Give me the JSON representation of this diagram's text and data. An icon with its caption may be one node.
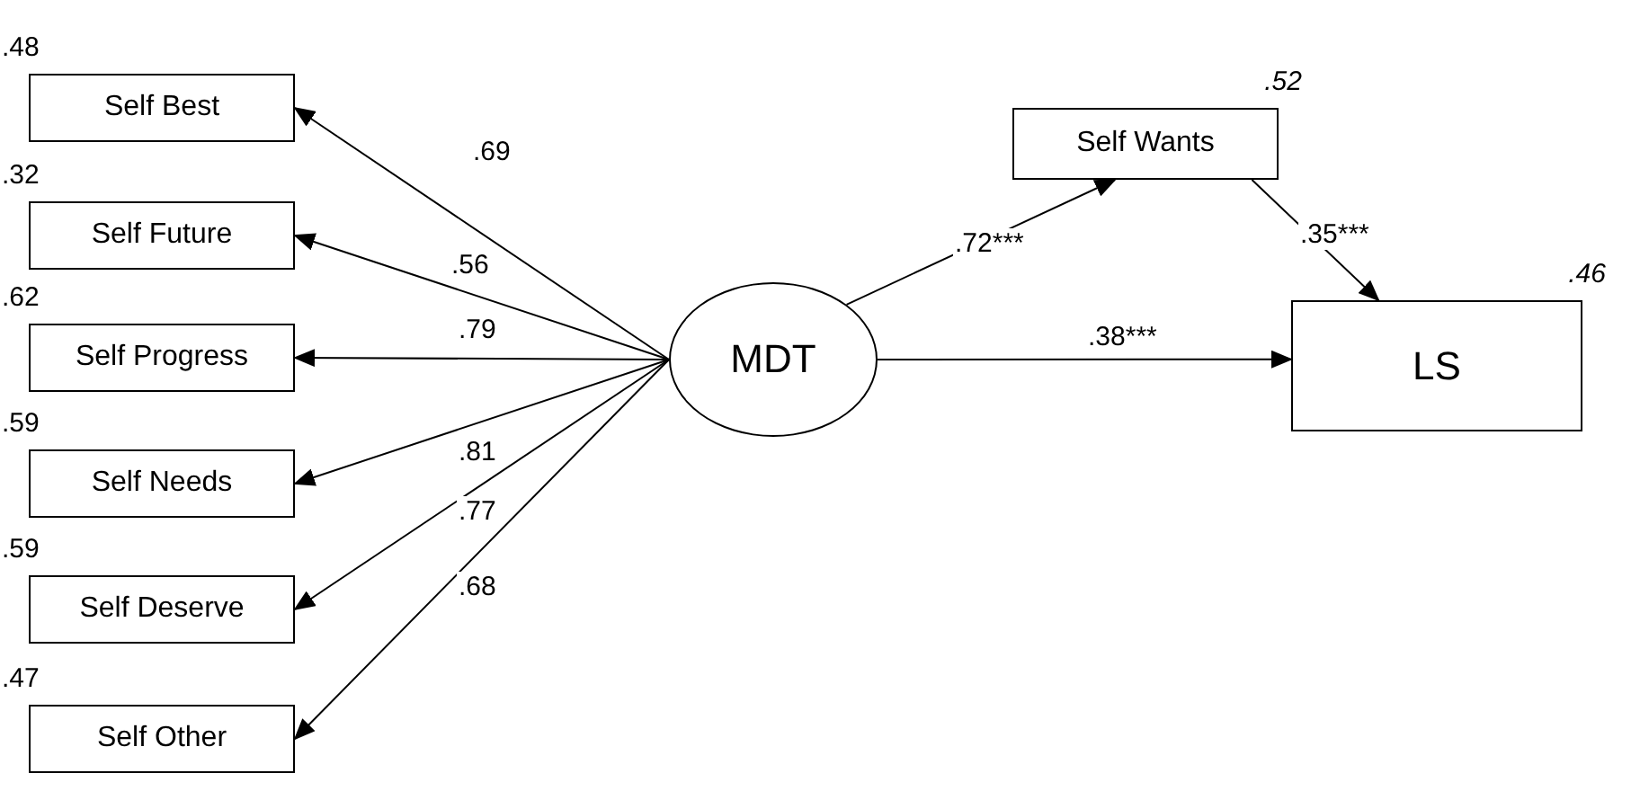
{
  "diagram": {
    "nodes": [
      {
        "text": [
          "Self Best"
        ],
        "beside": [
          ".48"
        ]
      },
      {
        "text": [
          "Self Future"
        ],
        "beside": [
          ".32"
        ]
      },
      {
        "text": [
          "Self Progress"
        ],
        "beside": [
          ".62"
        ]
      },
      {
        "text": [
          "Self Needs"
        ],
        "beside": [
          ".59"
        ]
      },
      {
        "text": [
          "Self Deserve"
        ],
        "beside": [
          ".59"
        ]
      },
      {
        "text": [
          "Self Other"
        ],
        "beside": [
          ".47"
        ]
      },
      {
        "text": [
          "MDT"
        ]
      },
      {
        "text": [
          "Self Wants"
        ],
        "beside": [
          ".52"
        ]
      },
      {
        "text": [
          "LS"
        ],
        "beside": [
          ".46"
        ]
      }
    ],
    "edges": [
      {
        "from": 6,
        "to": 0,
        "arrow": "to",
        "label": ".69"
      },
      {
        "from": 6,
        "to": 1,
        "arrow": "to",
        "label": ".56"
      },
      {
        "from": 6,
        "to": 2,
        "arrow": "to",
        "label": ".79"
      },
      {
        "from": 6,
        "to": 3,
        "arrow": "to",
        "label": ".81"
      },
      {
        "from": 6,
        "to": 4,
        "arrow": "to",
        "label": ".77"
      },
      {
        "from": 6,
        "to": 5,
        "arrow": "to",
        "label": ".68"
      },
      {
        "from": 6,
        "to": 7,
        "arrow": "to",
        "label": ".72***"
      },
      {
        "from": 7,
        "to": 8,
        "arrow": "to",
        "label": ".35***"
      },
      {
        "from": 6,
        "to": 8,
        "arrow": "to",
        "label": ".38***"
      }
    ]
  }
}
